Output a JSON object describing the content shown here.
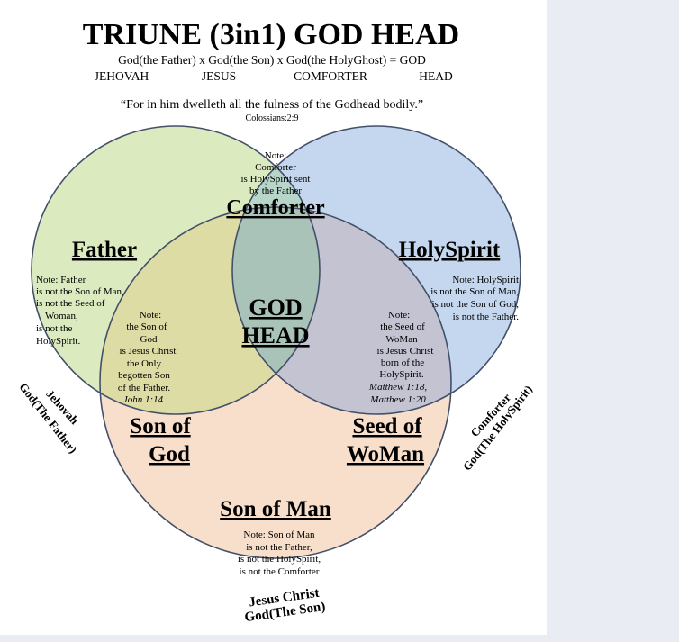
{
  "title": "TRIUNE (3in1) GOD HEAD",
  "equation": "God(the Father) x God(the Son) x God(the HolyGhost) = GOD",
  "equation_terms": [
    "JEHOVAH",
    "JESUS",
    "COMFORTER",
    "HEAD"
  ],
  "quote": "“For in him dwelleth all the fulness of the Godhead bodily.”",
  "quote_reference": "Colossians:2:9",
  "colors": {
    "father_circle": "#dcebbf",
    "spirit_circle": "#c5d7ee",
    "son_circle": "#f8dfcb",
    "father_spirit": "#b7d6c9",
    "father_son": "#dedca5",
    "spirit_son": "#c4c3d2",
    "center": "#a9c3b8",
    "outline": "#43506a",
    "sidebar": "#e9ecf2"
  },
  "regions": {
    "comforter": {
      "note": [
        "Note:",
        "Comforter",
        "is HolySpirit sent",
        "by the Father"
      ],
      "label": "Comforter"
    },
    "father": {
      "label": "Father",
      "note": [
        "Note: Father",
        "is not the Son of Man,",
        "is not the Seed of",
        "Woman,",
        "is not the",
        "HolySpirit."
      ]
    },
    "holyspirit": {
      "label": "HolySpirit",
      "note": [
        "Note: HolySpirit",
        "is not the Son of Man,",
        "is not the Son of God,",
        "is not the Father."
      ]
    },
    "godhead": {
      "label_lines": [
        "GOD",
        "HEAD"
      ]
    },
    "son_of_god": {
      "note": [
        "Note:",
        "the Son of",
        "God",
        "is Jesus Christ",
        "the Only",
        "begotten Son",
        "of the Father."
      ],
      "reference": "John 1:14",
      "label_lines": [
        "Son of",
        "God"
      ]
    },
    "seed_of_woman": {
      "note": [
        "Note:",
        "the Seed of",
        "WoMan",
        "is Jesus Christ",
        "born of the",
        "HolySpirit."
      ],
      "references": [
        "Matthew 1:18,",
        "Matthew 1:20"
      ],
      "label_lines": [
        "Seed of",
        "WoMan"
      ]
    },
    "son_of_man": {
      "label": "Son of Man",
      "note": [
        "Note: Son of Man",
        "is not the Father,",
        "is not the HolySpirit,",
        "is not the Comforter"
      ]
    }
  },
  "circle_captions": {
    "father": [
      "Jehovah",
      "God(The Father)"
    ],
    "spirit": [
      "Comforter",
      "God(The HolySpirit)"
    ],
    "son": [
      "Jesus Christ",
      "God(The Son)"
    ]
  }
}
